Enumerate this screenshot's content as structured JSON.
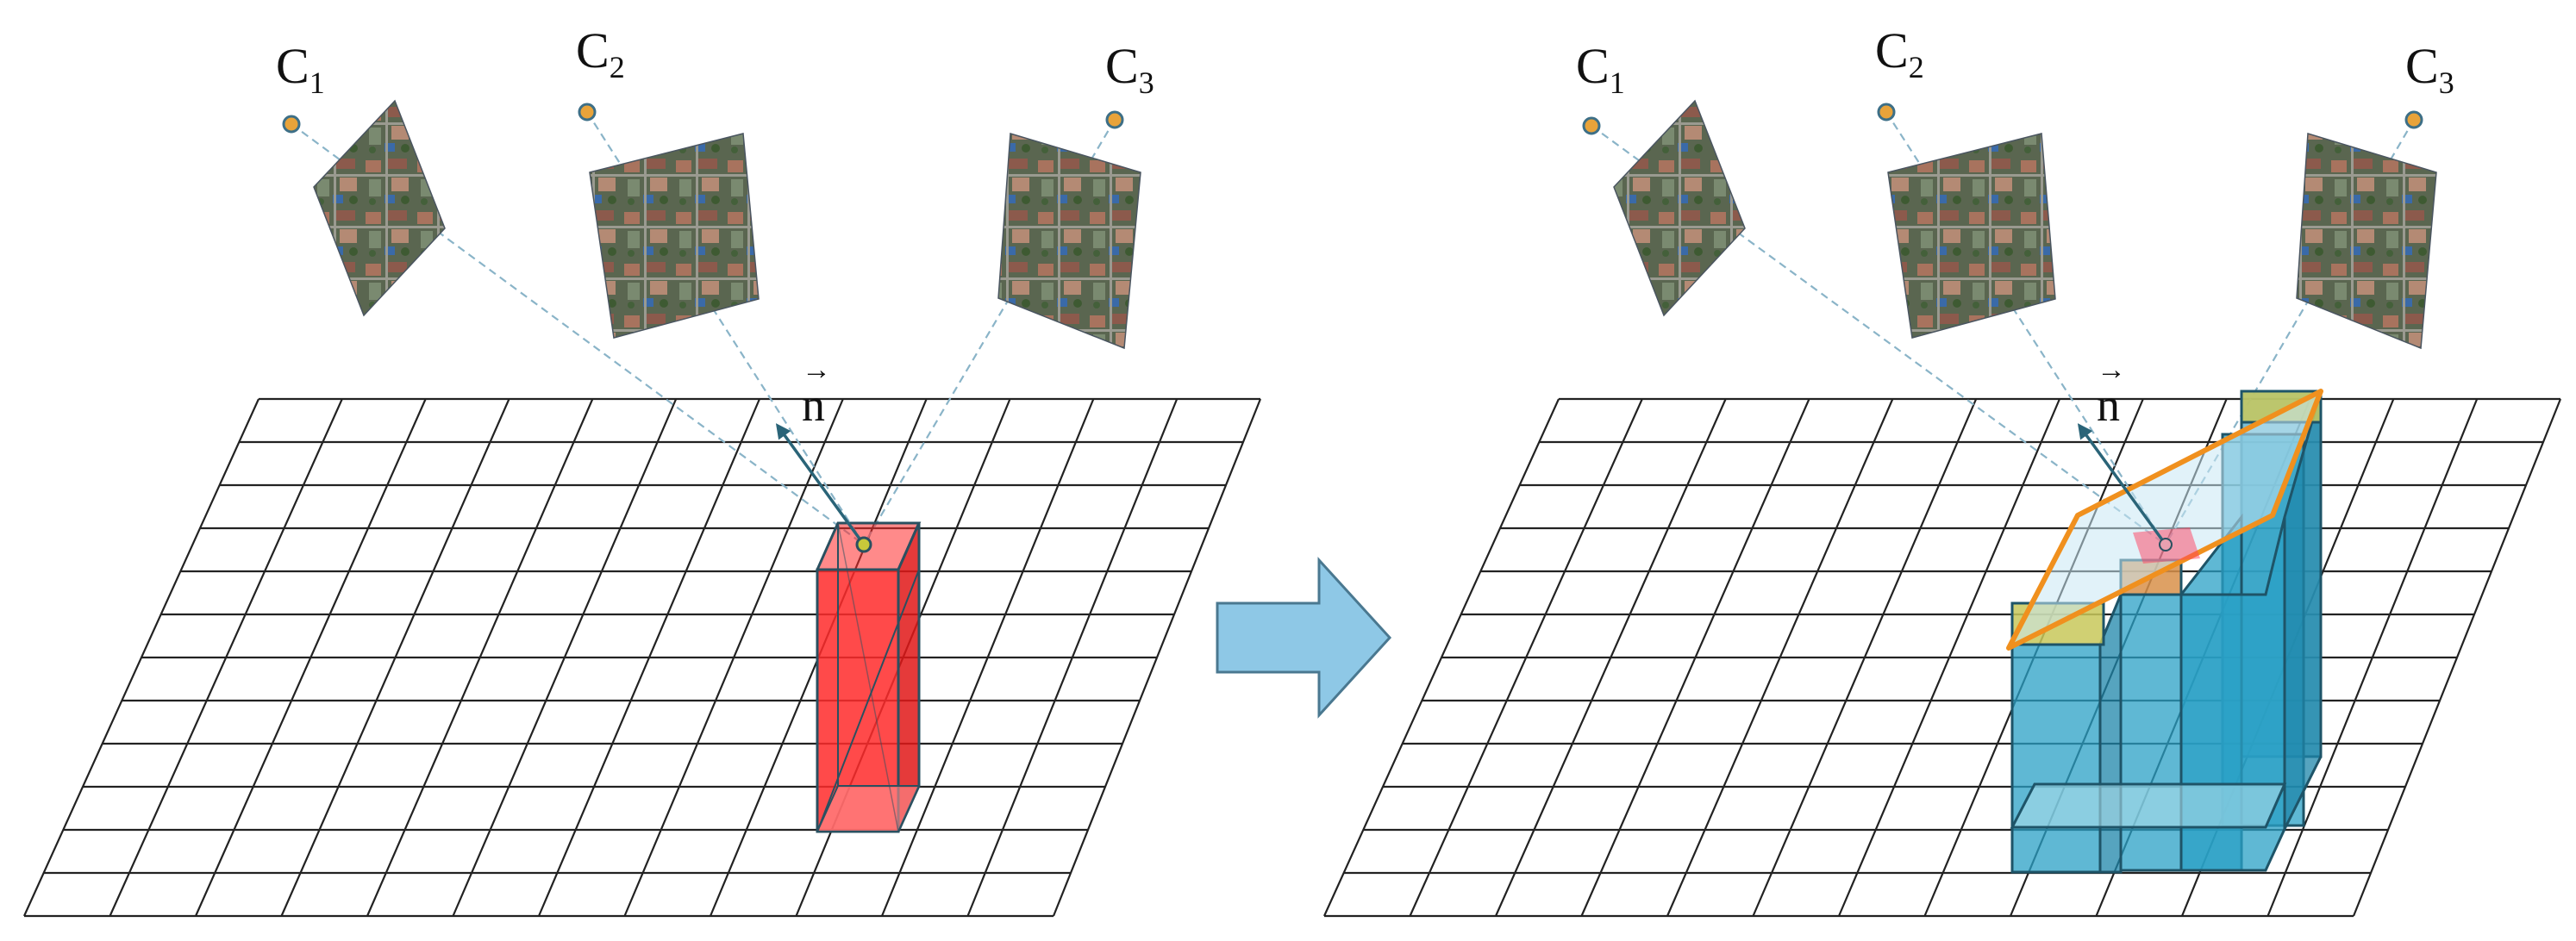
{
  "figure": {
    "left_panel": {
      "cameras": [
        {
          "main": "C",
          "sub": "1"
        },
        {
          "main": "C",
          "sub": "2"
        },
        {
          "main": "C",
          "sub": "3"
        }
      ],
      "normal_label": "n",
      "normal_arrow": "→"
    },
    "right_panel": {
      "cameras": [
        {
          "main": "C",
          "sub": "1"
        },
        {
          "main": "C",
          "sub": "2"
        },
        {
          "main": "C",
          "sub": "3"
        }
      ],
      "normal_label": "n",
      "normal_arrow": "→"
    },
    "transition_icon": "arrow-right-icon",
    "colors": {
      "grid": "#222222",
      "ray": "#8ab4c8",
      "camera_dot": "#e8a33a",
      "normal_arrow": "#2a6478",
      "red_pillar": "#ff2a2a",
      "blue_pillars": "#2aa0c6",
      "patch_outline": "#f0901e",
      "patch_fill": "#c8c85a",
      "transition_arrow": "#8ec8e6"
    }
  }
}
